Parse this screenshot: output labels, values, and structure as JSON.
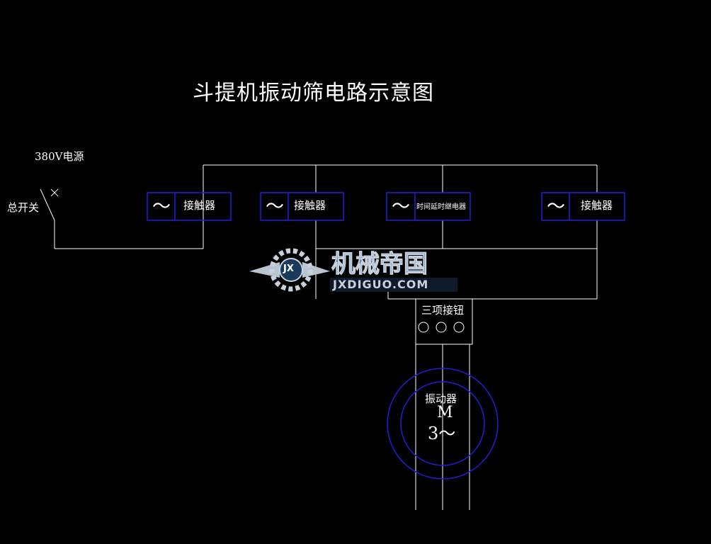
{
  "title": "斗提机振动筛电路示意图",
  "power_label": "380V电源",
  "switch_label": "总开关",
  "contactors": [
    {
      "symbol": "～",
      "label": "接触器"
    },
    {
      "symbol": "～",
      "label": "接触器"
    },
    {
      "symbol": "～",
      "label": "时间延时继电器"
    },
    {
      "symbol": "～",
      "label": "接触器"
    }
  ],
  "button_box_label": "三项接钮",
  "motor": {
    "name": "振动器",
    "letter": "M",
    "phase": "3～"
  },
  "watermark": {
    "cn": "机械帝国",
    "en": "JXDIGUO.COM",
    "badge": "JX"
  },
  "colors": {
    "background": "#000000",
    "wire": "#ffffff",
    "component": "#1f1fd9",
    "watermark_text": "#3f7fc8"
  }
}
